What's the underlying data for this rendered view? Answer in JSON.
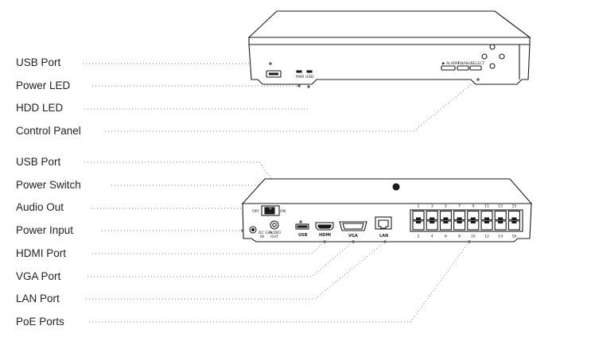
{
  "front_labels": [
    {
      "id": "usb-port",
      "text": "USB Port"
    },
    {
      "id": "power-led",
      "text": "Power LED"
    },
    {
      "id": "hdd-led",
      "text": "HDD LED"
    },
    {
      "id": "control-panel",
      "text": "Control Panel"
    }
  ],
  "rear_labels": [
    {
      "id": "usb-port",
      "text": "USB Port"
    },
    {
      "id": "power-switch",
      "text": "Power Switch"
    },
    {
      "id": "audio-out",
      "text": "Audio Out"
    },
    {
      "id": "power-input",
      "text": "Power Input"
    },
    {
      "id": "hdmi-port",
      "text": "HDMI Port"
    },
    {
      "id": "vga-port",
      "text": "VGA Port"
    },
    {
      "id": "lan-port",
      "text": "LAN Port"
    },
    {
      "id": "poe-ports",
      "text": "PoE Ports"
    }
  ],
  "front_panel": {
    "pwr": "PWR",
    "hdd": "HDD",
    "alarm": "▶ ALARM",
    "enable": "ENABLE",
    "select": "SELECT"
  },
  "rear_panel": {
    "off": "OFF",
    "on": "ON",
    "dc_top": "DC 12V",
    "dc_bottom": "IN",
    "audio_top": "AUDIO",
    "audio_bottom": "OUT",
    "usb": "USB",
    "hdmi": "HDMI",
    "vga": "VGA",
    "lan": "LAN",
    "poe_top": [
      "1",
      "3",
      "5",
      "7",
      "9",
      "11",
      "13",
      "15"
    ],
    "poe_bottom": [
      "2",
      "4",
      "6",
      "8",
      "10",
      "12",
      "14",
      "16"
    ]
  },
  "colors": {
    "line": "#1a1a1a",
    "leader": "#777777",
    "dot": "#666666"
  }
}
